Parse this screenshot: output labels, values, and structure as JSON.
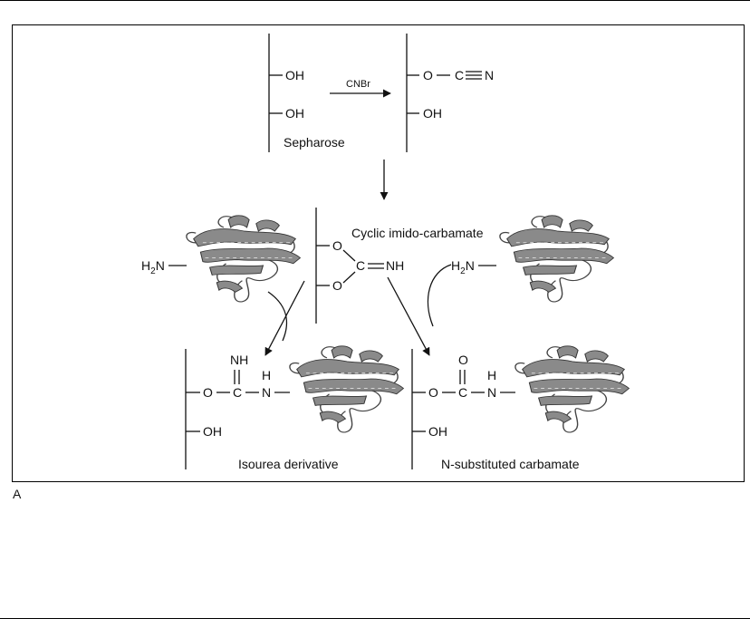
{
  "panel_letter": "A",
  "reagent": "CNBr",
  "matrix_label": "Sepharose",
  "intermediate_label": "Cyclic imido-carbamate",
  "product_left_label": "Isourea derivative",
  "product_right_label": "N-substituted carbamate",
  "chem": {
    "oh": "OH",
    "o": "O",
    "c": "C",
    "n": "N",
    "h": "H",
    "nh": "NH",
    "h2n_h": "H",
    "h2n_sub": "2",
    "h2n_n": "N"
  },
  "icons": {
    "protein": "protein-ribbon-icon"
  }
}
